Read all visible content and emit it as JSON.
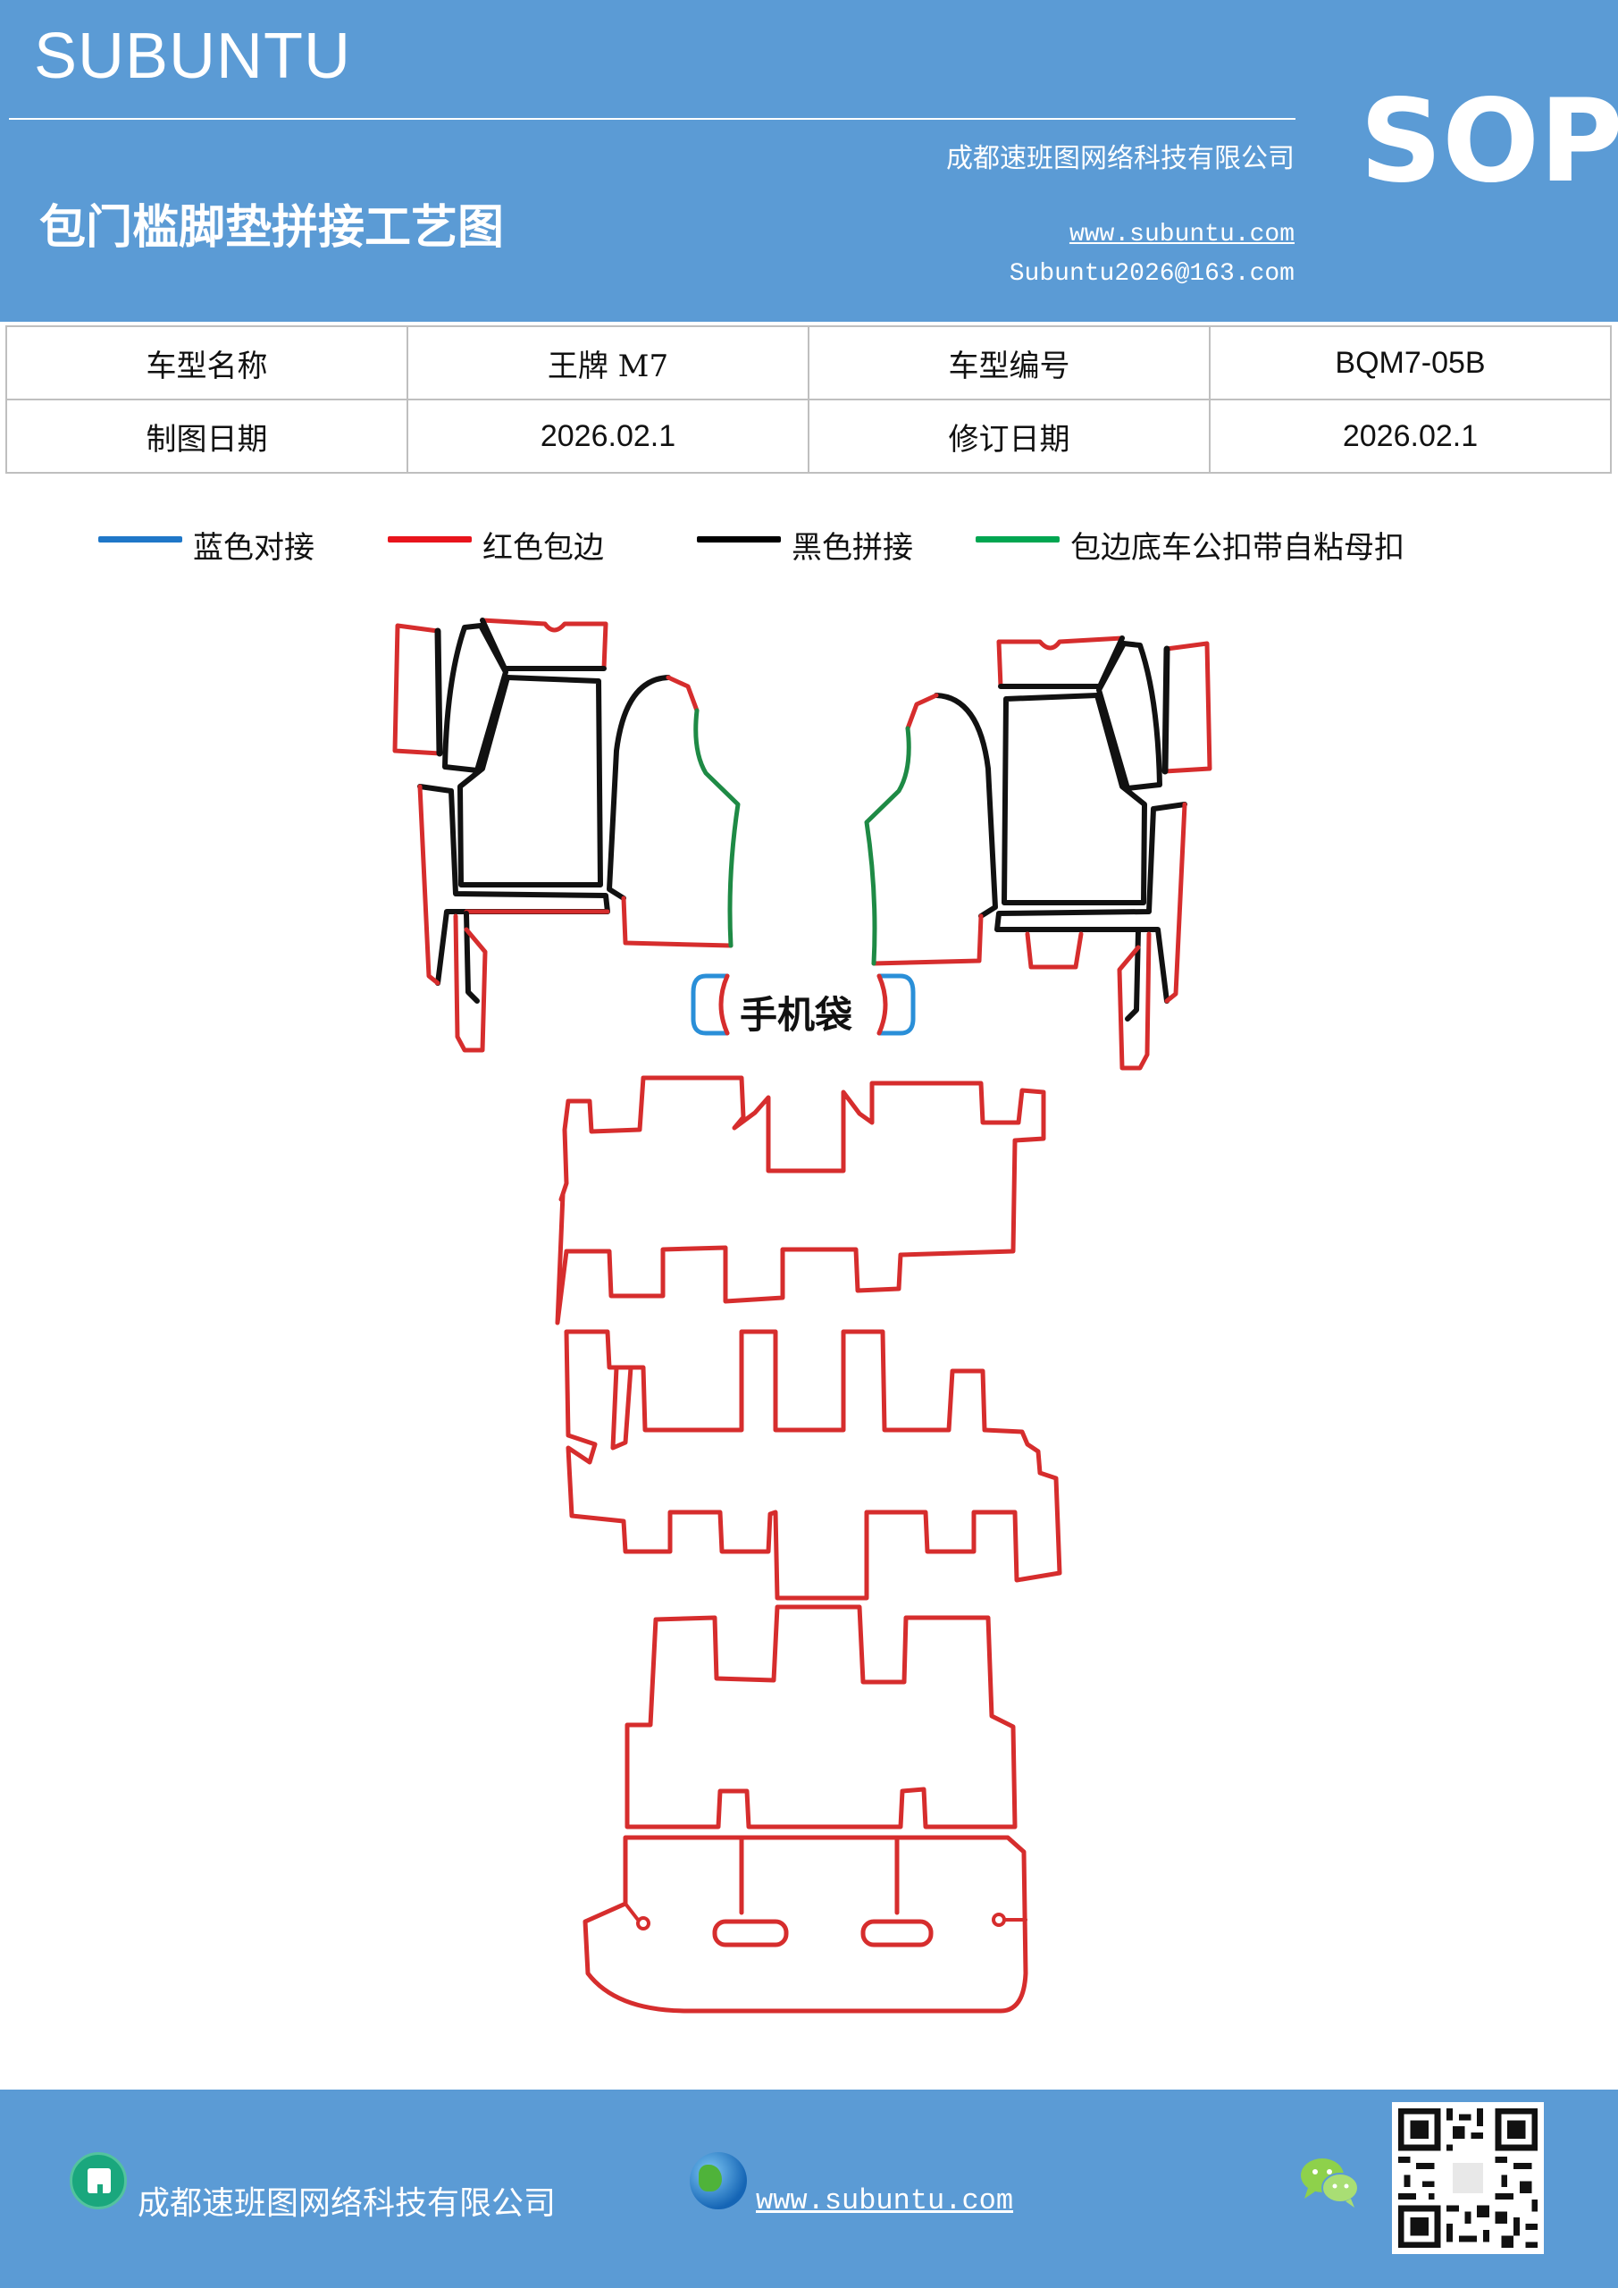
{
  "header": {
    "brand": "SUBUNTU",
    "title": "包门槛脚垫拼接工艺图",
    "company": "成都速班图网络科技有限公司",
    "website": "www.subuntu.com",
    "email": "Subuntu2026@163.com",
    "badge": "SOP"
  },
  "info_table": {
    "rows": [
      [
        "车型名称",
        "王牌 M7",
        "车型编号",
        "BQM7-05B"
      ],
      [
        "制图日期",
        "2026.02.1",
        "修订日期",
        "2026.02.1"
      ]
    ]
  },
  "legend": [
    {
      "label": "蓝色对接",
      "color": "#1f77c8"
    },
    {
      "label": "红色包边",
      "color": "#e8141c"
    },
    {
      "label": "黑色拼接",
      "color": "#000000"
    },
    {
      "label": "包边底车公扣带自粘母扣",
      "color": "#00a651"
    }
  ],
  "diagram": {
    "pocket_label": "手机袋",
    "colors": {
      "outline": "#d62d2d",
      "seam": "#111111",
      "hook": "#1e8a45",
      "butt": "#2a8fd8"
    }
  },
  "footer": {
    "company": "成都速班图网络科技有限公司",
    "website": "www.subuntu.com",
    "icons": [
      "building-icon",
      "globe-icon",
      "wechat-icon",
      "qr-code"
    ]
  }
}
